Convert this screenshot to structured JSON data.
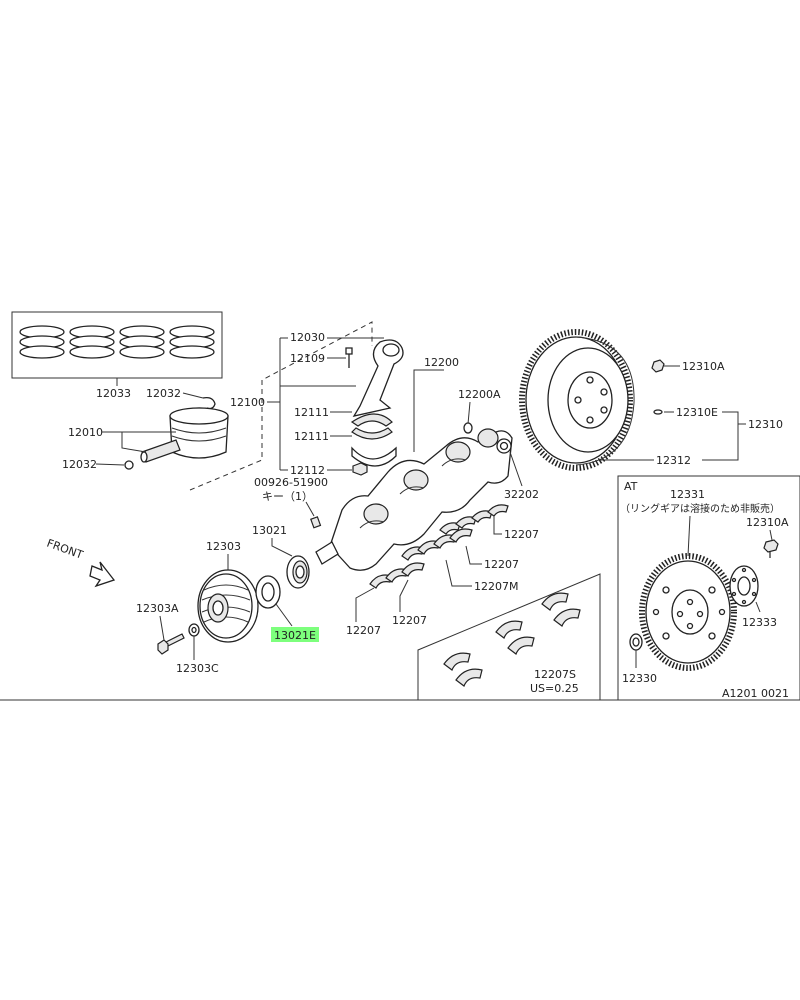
{
  "labels": {
    "p12033": "12033",
    "p12032a": "12032",
    "p12010": "12010",
    "p12032b": "12032",
    "p12030": "12030",
    "p12109": "12109",
    "p12100": "12100",
    "p12111a": "12111",
    "p12111b": "12111",
    "p12112": "12112",
    "p12200": "12200",
    "p12200A": "12200A",
    "p32202": "32202",
    "p00926": "00926-51900",
    "key": "キー（1）",
    "p12310A": "12310A",
    "p12310E": "12310E",
    "p12310": "12310",
    "p12312": "12312",
    "front": "FRONT",
    "p12303": "12303",
    "p13021": "13021",
    "p13021E": "13021E",
    "p12303A": "12303A",
    "p12303C": "12303C",
    "p12207a": "12207",
    "p12207b": "12207",
    "p12207M": "12207M",
    "p12207c": "12207",
    "p12207d": "12207",
    "p12207S": "12207S",
    "us": "US=0.25",
    "at": "AT",
    "p12331": "12331",
    "ringnote": "（リングギアは溶接のため非販売）",
    "p12310A_at": "12310A",
    "p12333": "12333",
    "p12330": "12330",
    "code": "A1201 0021"
  },
  "highlight_color": "#7dff7d",
  "line_color": "#333333"
}
